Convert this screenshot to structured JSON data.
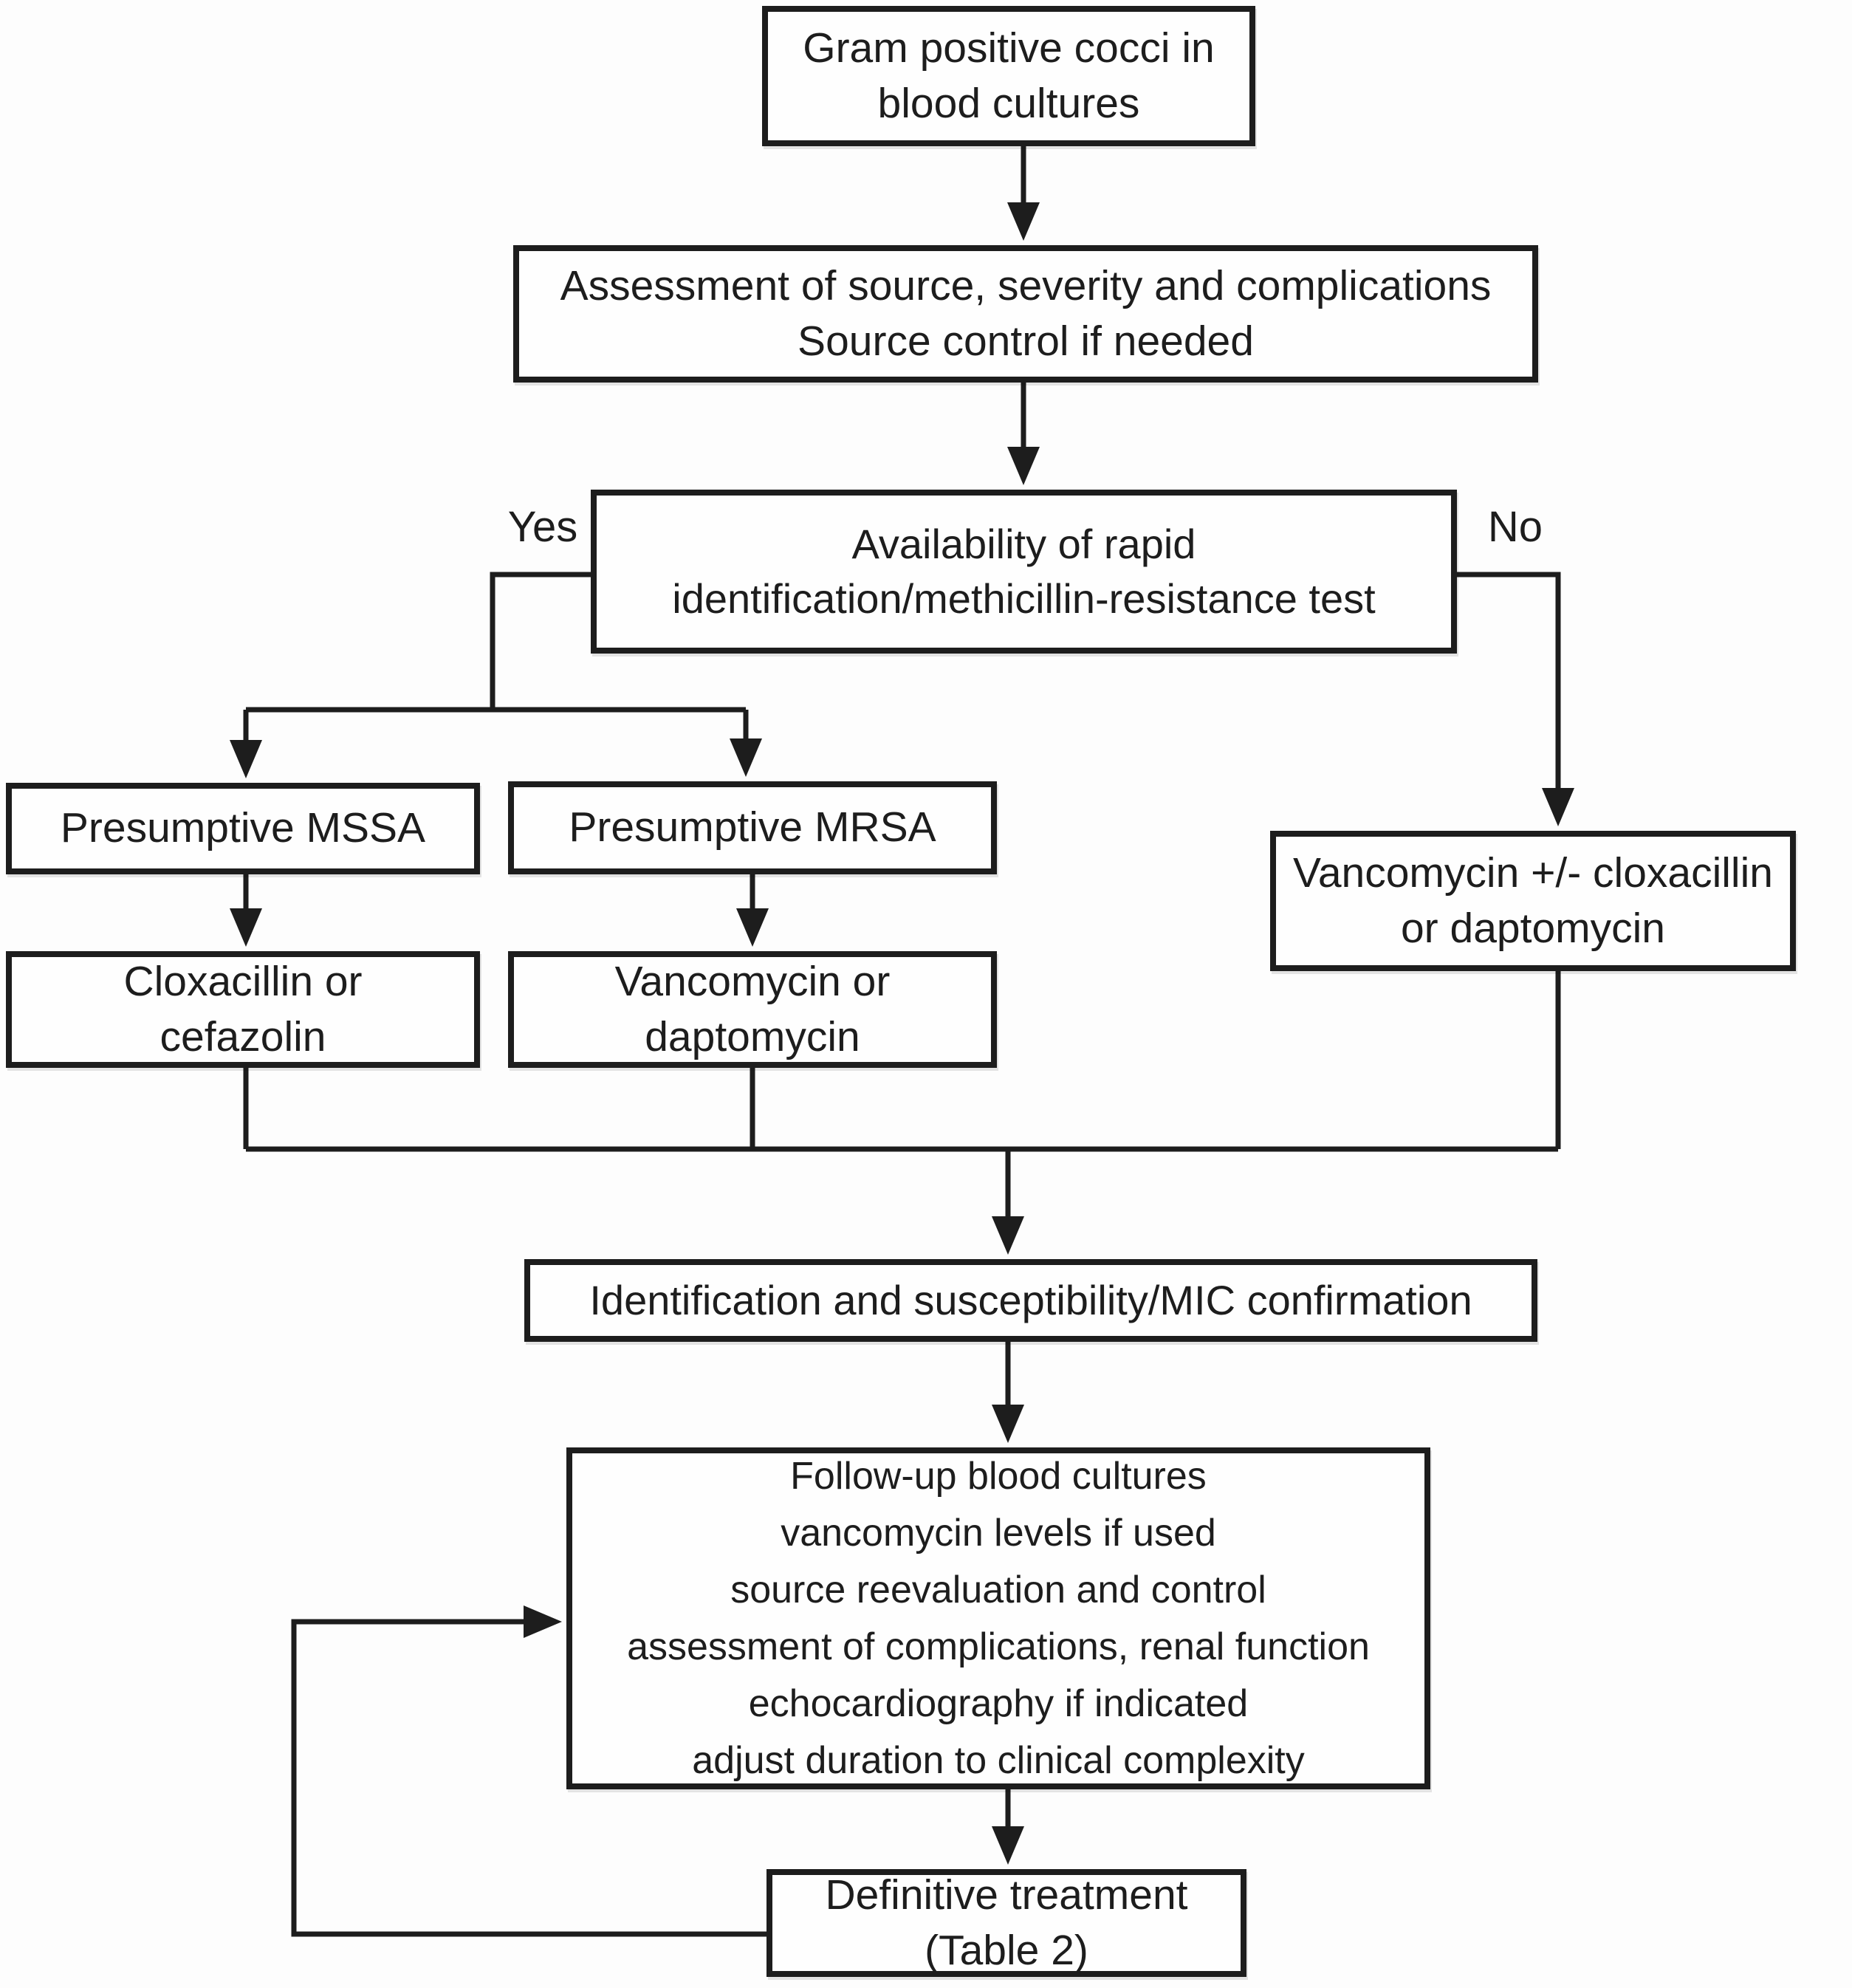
{
  "page": {
    "background": "#fdfdfd",
    "line_color": "#1d1d1d",
    "box_background": "#fefefe"
  },
  "nodes": {
    "gram": "Gram positive cocci in\nblood cultures",
    "assessment": "Assessment of source, severity and complications\nSource control if needed",
    "availability": "Availability of rapid\nidentification/methicillin-resistance test",
    "presumptive_mssa": "Presumptive MSSA",
    "presumptive_mrsa": "Presumptive MRSA",
    "cloxacillin": "Cloxacillin or\ncefazolin",
    "vancomycin": "Vancomycin or\ndaptomycin",
    "no_rapid_test": "Vancomycin +/- cloxacillin\nor daptomycin",
    "identification": "Identification and susceptibility/MIC confirmation",
    "followup": "Follow-up blood cultures\nvancomycin levels if used\nsource reevaluation and control\nassessment of complications, renal function\nechocardiography if indicated\nadjust duration to clinical complexity",
    "definitive": "Definitive treatment\n(Table 2)"
  },
  "branch_labels": {
    "yes": "Yes",
    "no": "No"
  }
}
